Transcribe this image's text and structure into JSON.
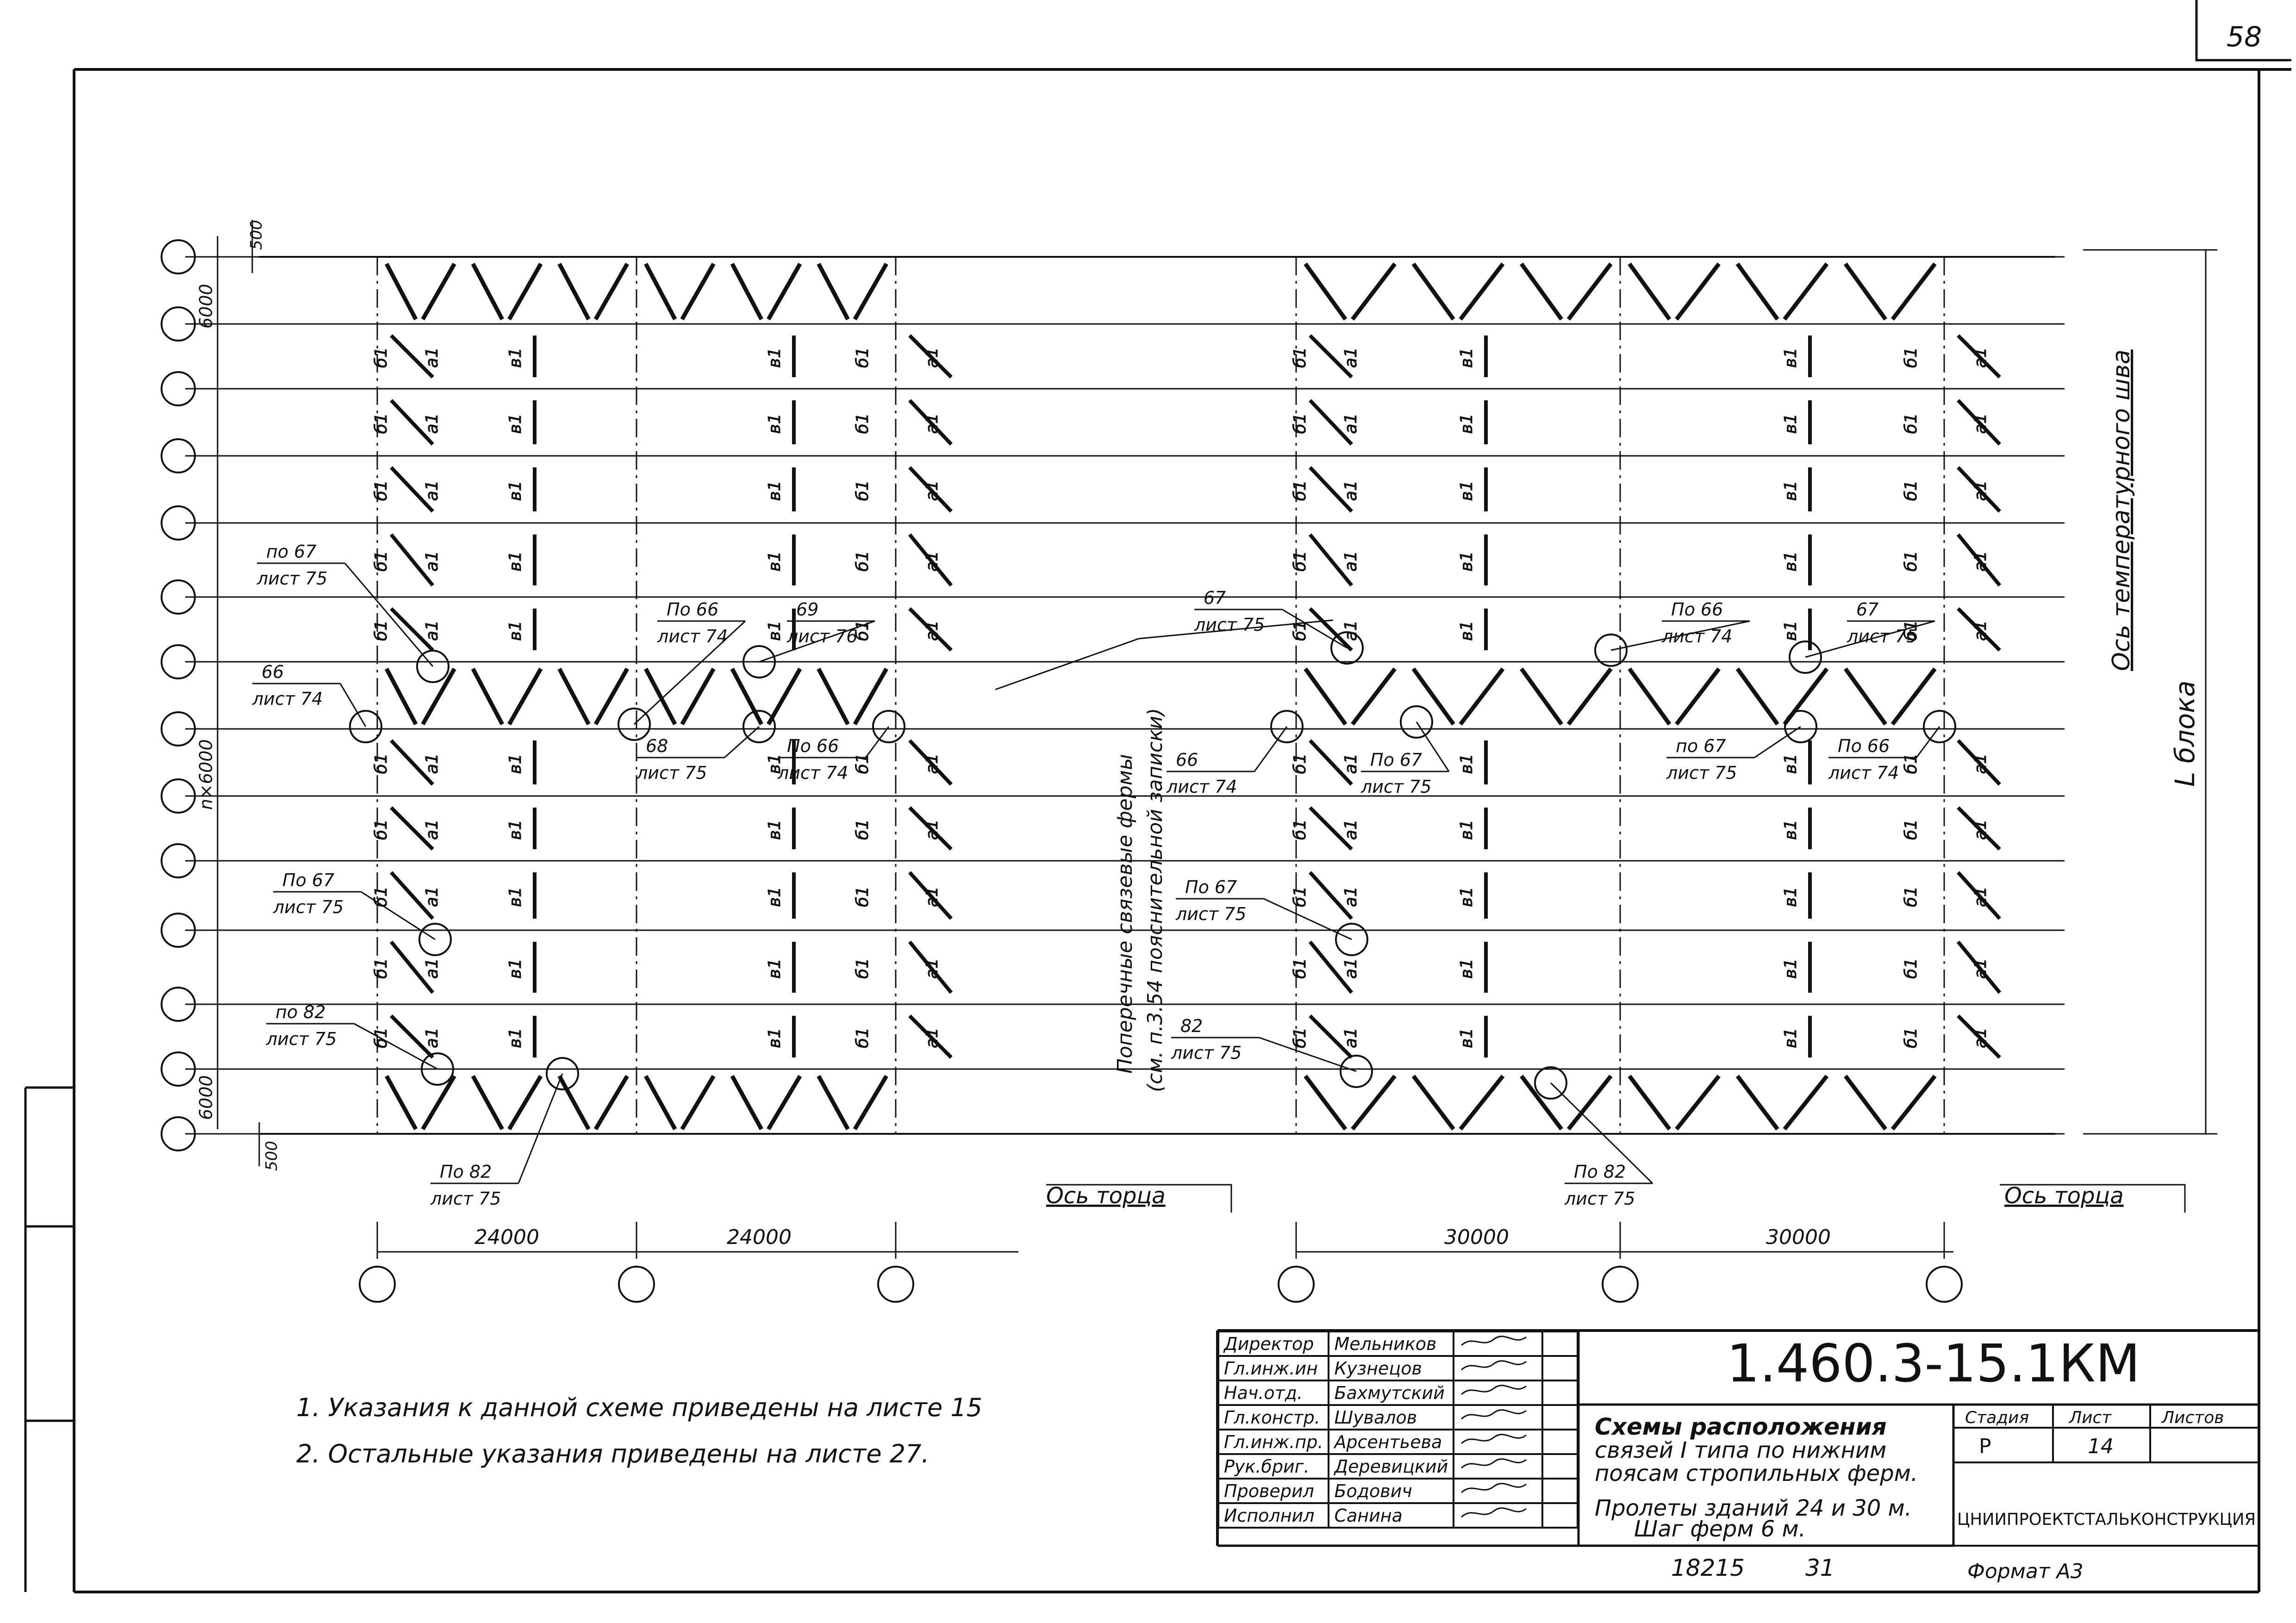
{
  "sheet_number_corner": "58",
  "dimensions": {
    "span_24_left": "24000",
    "span_24_right": "24000",
    "span_30_left": "30000",
    "span_30_right": "30000",
    "top_offset": "500",
    "top_spacing": "6000",
    "middle_spacing": "n×6000",
    "bottom_spacing": "6000",
    "bottom_offset": "500"
  },
  "axis_labels": {
    "end_axis_left": "Ось торца",
    "end_axis_right": "Ось торца",
    "temperature_joint_axis": "Ось температурного шва",
    "block_length": "L блока"
  },
  "transverse_note_line1": "Поперечные связевые фермы",
  "transverse_note_line2": "(см. п.3.54 пояснительной записки)",
  "member_labels": {
    "diag": "б1",
    "strut": "в1",
    "brace": "а1"
  },
  "callouts": [
    {
      "ref": "по 67",
      "sheet": "лист 75"
    },
    {
      "ref": "66",
      "sheet": "лист 74"
    },
    {
      "ref": "По 66",
      "sheet": "лист 74"
    },
    {
      "ref": "69",
      "sheet": "лист 76"
    },
    {
      "ref": "68",
      "sheet": "лист 75"
    },
    {
      "ref": "По 66",
      "sheet": "лист 74"
    },
    {
      "ref": "По 67",
      "sheet": "лист 75"
    },
    {
      "ref": "по 82",
      "sheet": "лист 75"
    },
    {
      "ref": "По 82",
      "sheet": "лист 75"
    },
    {
      "ref": "67",
      "sheet": "лист 75"
    },
    {
      "ref": "66",
      "sheet": "лист 74"
    },
    {
      "ref": "По 67",
      "sheet": "лист 75"
    },
    {
      "ref": "По 66",
      "sheet": "лист 74"
    },
    {
      "ref": "67",
      "sheet": "лист 75"
    },
    {
      "ref": "по 67",
      "sheet": "лист 75"
    },
    {
      "ref": "По 66",
      "sheet": "лист 74"
    },
    {
      "ref": "По 67",
      "sheet": "лист 75"
    },
    {
      "ref": "82",
      "sheet": "лист 75"
    },
    {
      "ref": "По 82",
      "sheet": "лист 75"
    }
  ],
  "notes": [
    "1. Указания к данной схеме приведены на листе 15",
    "2. Остальные указания приведены на листе 27."
  ],
  "title_block": {
    "document_code": "1.460.3-15.1КМ",
    "title_lines": [
      "Схемы расположения",
      "связей I типа по нижним",
      "поясам стропильных ферм.",
      "Пролеты зданий 24 и 30 м.",
      "Шаг ферм 6 м."
    ],
    "staff": [
      {
        "role": "Директор",
        "name": "Мельников"
      },
      {
        "role": "Гл.инж.ин",
        "name": "Кузнецов"
      },
      {
        "role": "Нач.отд.",
        "name": "Бахмутский"
      },
      {
        "role": "Гл.констр.",
        "name": "Шувалов"
      },
      {
        "role": "Гл.инж.пр.",
        "name": "Арсентьева"
      },
      {
        "role": "Рук.бриг.",
        "name": "Деревицкий"
      },
      {
        "role": "Проверил",
        "name": "Бодович"
      },
      {
        "role": "Исполнил",
        "name": "Санина"
      }
    ],
    "stage_header": "Стадия",
    "sheet_header": "Лист",
    "sheets_header": "Листов",
    "stage_value": "Р",
    "sheet_value": "14",
    "sheets_value": "",
    "organization": "ЦНИИПРОЕКТСТАЛЬКОНСТРУКЦИЯ",
    "inventory_number": "18215",
    "page_number": "31",
    "format": "Формат А3"
  }
}
